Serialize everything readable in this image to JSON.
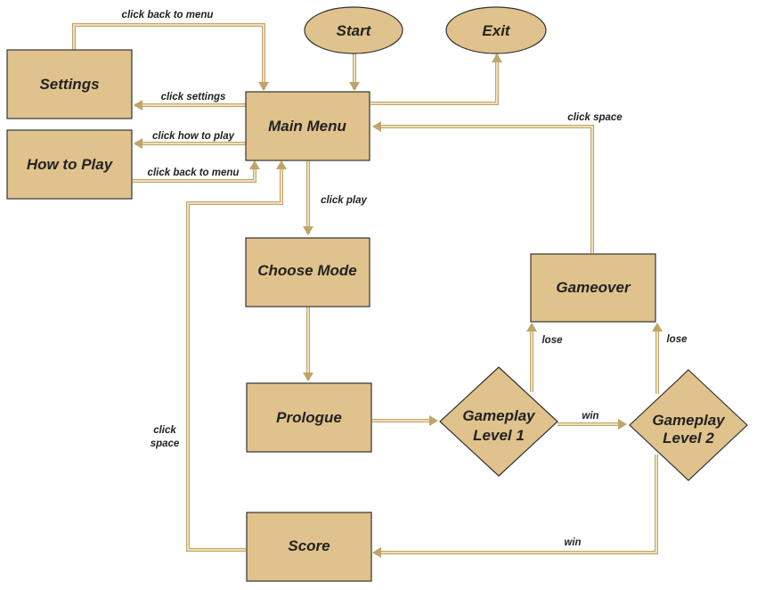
{
  "nodes": {
    "start": "Start",
    "exit": "Exit",
    "settings": "Settings",
    "how_to_play": "How to Play",
    "main_menu": "Main Menu",
    "choose_mode": "Choose Mode",
    "prologue": "Prologue",
    "gameplay_level_1": [
      "Gameplay",
      "Level 1"
    ],
    "gameplay_level_2": [
      "Gameplay",
      "Level 2"
    ],
    "gameover": "Gameover",
    "score": "Score"
  },
  "edges": {
    "click_back_to_menu_top": "click back to menu",
    "click_settings": "click settings",
    "click_how_to_play": "click how to play",
    "click_back_to_menu_bottom": "click back to menu",
    "click_play": "click play",
    "click_space_top": "click space",
    "click_space_side": [
      "click",
      "space"
    ],
    "lose_1": "lose",
    "lose_2": "lose",
    "win_levels": "win",
    "win_score": "win"
  },
  "colors": {
    "box_fill": "#e0c38c",
    "box_stroke": "#333333",
    "arrow_outer": "#c1a467",
    "arrow_inner": "#f3e6c6"
  }
}
